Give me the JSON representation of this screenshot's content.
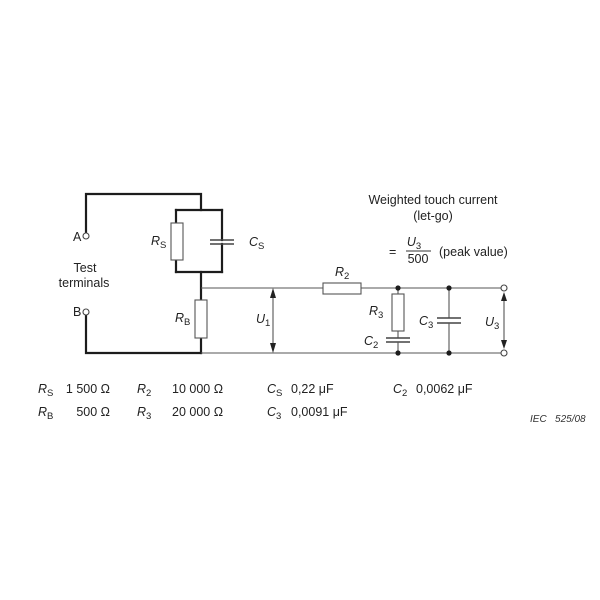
{
  "terminals": {
    "a": "A",
    "b": "B",
    "caption_line1": "Test",
    "caption_line2": "terminals"
  },
  "circuit_labels": {
    "rs": {
      "sym": "R",
      "sub": "S"
    },
    "cs": {
      "sym": "C",
      "sub": "S"
    },
    "rb": {
      "sym": "R",
      "sub": "B"
    },
    "r2": {
      "sym": "R",
      "sub": "2"
    },
    "r3": {
      "sym": "R",
      "sub": "3"
    },
    "c2": {
      "sym": "C",
      "sub": "2"
    },
    "c3": {
      "sym": "C",
      "sub": "3"
    },
    "u1": {
      "sym": "U",
      "sub": "1"
    },
    "u3": {
      "sym": "U",
      "sub": "3"
    }
  },
  "formula": {
    "title_line1": "Weighted touch current",
    "title_line2": "(let-go)",
    "equals": "=",
    "numerator": {
      "sym": "U",
      "sub": "3"
    },
    "denominator": "500",
    "note": "(peak value)"
  },
  "component_values": [
    {
      "sym": "R",
      "sub": "S",
      "value": "1 500 Ω"
    },
    {
      "sym": "R",
      "sub": "B",
      "value": "500 Ω"
    },
    {
      "sym": "R",
      "sub": "2",
      "value": "10 000 Ω"
    },
    {
      "sym": "R",
      "sub": "3",
      "value": "20 000 Ω"
    },
    {
      "sym": "C",
      "sub": "S",
      "value": "0,22 μF"
    },
    {
      "sym": "C",
      "sub": "3",
      "value": "0,0091 μF"
    },
    {
      "sym": "C",
      "sub": "2",
      "value": "0,0062 μF"
    }
  ],
  "figure_id": "IEC   525/08"
}
